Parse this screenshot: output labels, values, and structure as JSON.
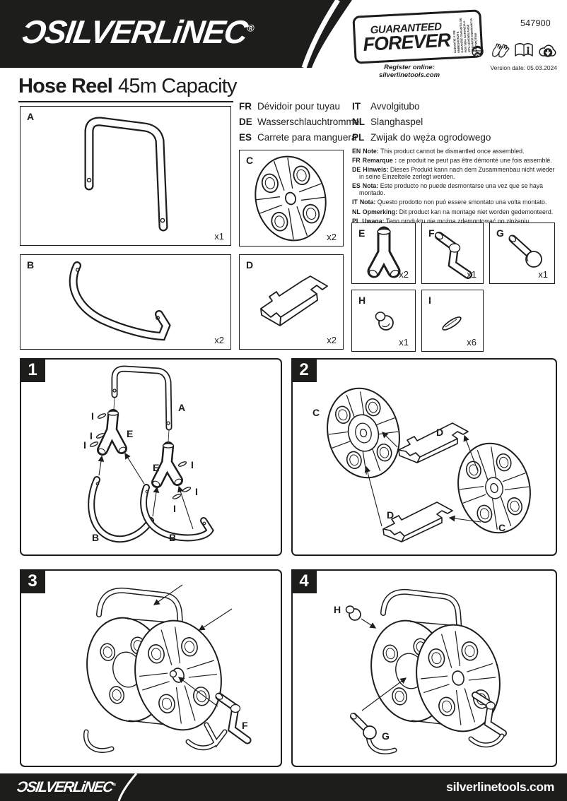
{
  "header": {
    "logo_text": "SILVERLiNE",
    "logo_reg": "®",
    "product_code": "547900",
    "version_text": "Version date: 05.03.2024",
    "badge": {
      "line1": "GUARANTEED",
      "line2": "FOREVER",
      "side_text": "GARANTIE À VIE UNBEGRENZTE GARANTIE GARANTÍA DE POR VIDA GARANZIA A VITA LEVENSLANGE GARANTIE GWARANCJA DOŻYWOTNIA",
      "register_text": "Register online: silverlinetools.com"
    }
  },
  "title": {
    "name": "Hose Reel",
    "capacity": "45m Capacity"
  },
  "languages": [
    {
      "tag": "FR",
      "text": "Dévidoir pour tuyau"
    },
    {
      "tag": "DE",
      "text": "Wasserschlauchtrommel"
    },
    {
      "tag": "ES",
      "text": "Carrete para manguera"
    },
    {
      "tag": "IT",
      "text": "Avvolgitubo"
    },
    {
      "tag": "NL",
      "text": "Slanghaspel"
    },
    {
      "tag": "PL",
      "text": "Zwijak do węża ogrodowego"
    }
  ],
  "notes": [
    {
      "tag": "EN",
      "label": "Note:",
      "text": "This product cannot be dismantled once assembled."
    },
    {
      "tag": "FR",
      "label": "Remarque :",
      "text": "ce produit ne peut pas être démonté une fois assemblé."
    },
    {
      "tag": "DE",
      "label": "Hinweis:",
      "text": "Dieses Produkt kann nach dem Zusammenbau nicht wieder in seine Einzelteile zerlegt werden."
    },
    {
      "tag": "ES",
      "label": "Nota:",
      "text": "Este producto no puede desmontarse una vez que se haya montado."
    },
    {
      "tag": "IT",
      "label": "Nota:",
      "text": "Questo prodotto non può essere smontato una volta montato."
    },
    {
      "tag": "NL",
      "label": "Opmerking:",
      "text": "Dit product kan na montage niet worden gedemonteerd."
    },
    {
      "tag": "PL",
      "label": "Uwaga:",
      "text": "Tego produktu nie można zdemontować po złożeniu."
    }
  ],
  "parts": [
    {
      "letter": "A",
      "qty": "x1"
    },
    {
      "letter": "B",
      "qty": "x2"
    },
    {
      "letter": "C",
      "qty": "x2"
    },
    {
      "letter": "D",
      "qty": "x2"
    },
    {
      "letter": "E",
      "qty": "x2"
    },
    {
      "letter": "F",
      "qty": "x1"
    },
    {
      "letter": "G",
      "qty": "x1"
    },
    {
      "letter": "H",
      "qty": "x1"
    },
    {
      "letter": "I",
      "qty": "x6"
    }
  ],
  "steps": [
    {
      "number": "1",
      "labels": [
        "A",
        "E",
        "E",
        "B",
        "B",
        "I",
        "I",
        "I",
        "I",
        "I",
        "I"
      ]
    },
    {
      "number": "2",
      "labels": [
        "C",
        "D",
        "D",
        "C"
      ]
    },
    {
      "number": "3",
      "labels": [
        "F"
      ]
    },
    {
      "number": "4",
      "labels": [
        "H",
        "G"
      ]
    }
  ],
  "footer": {
    "logo_text": "SILVERLiNE",
    "logo_reg": "®",
    "website": "silverlinetools.com"
  }
}
